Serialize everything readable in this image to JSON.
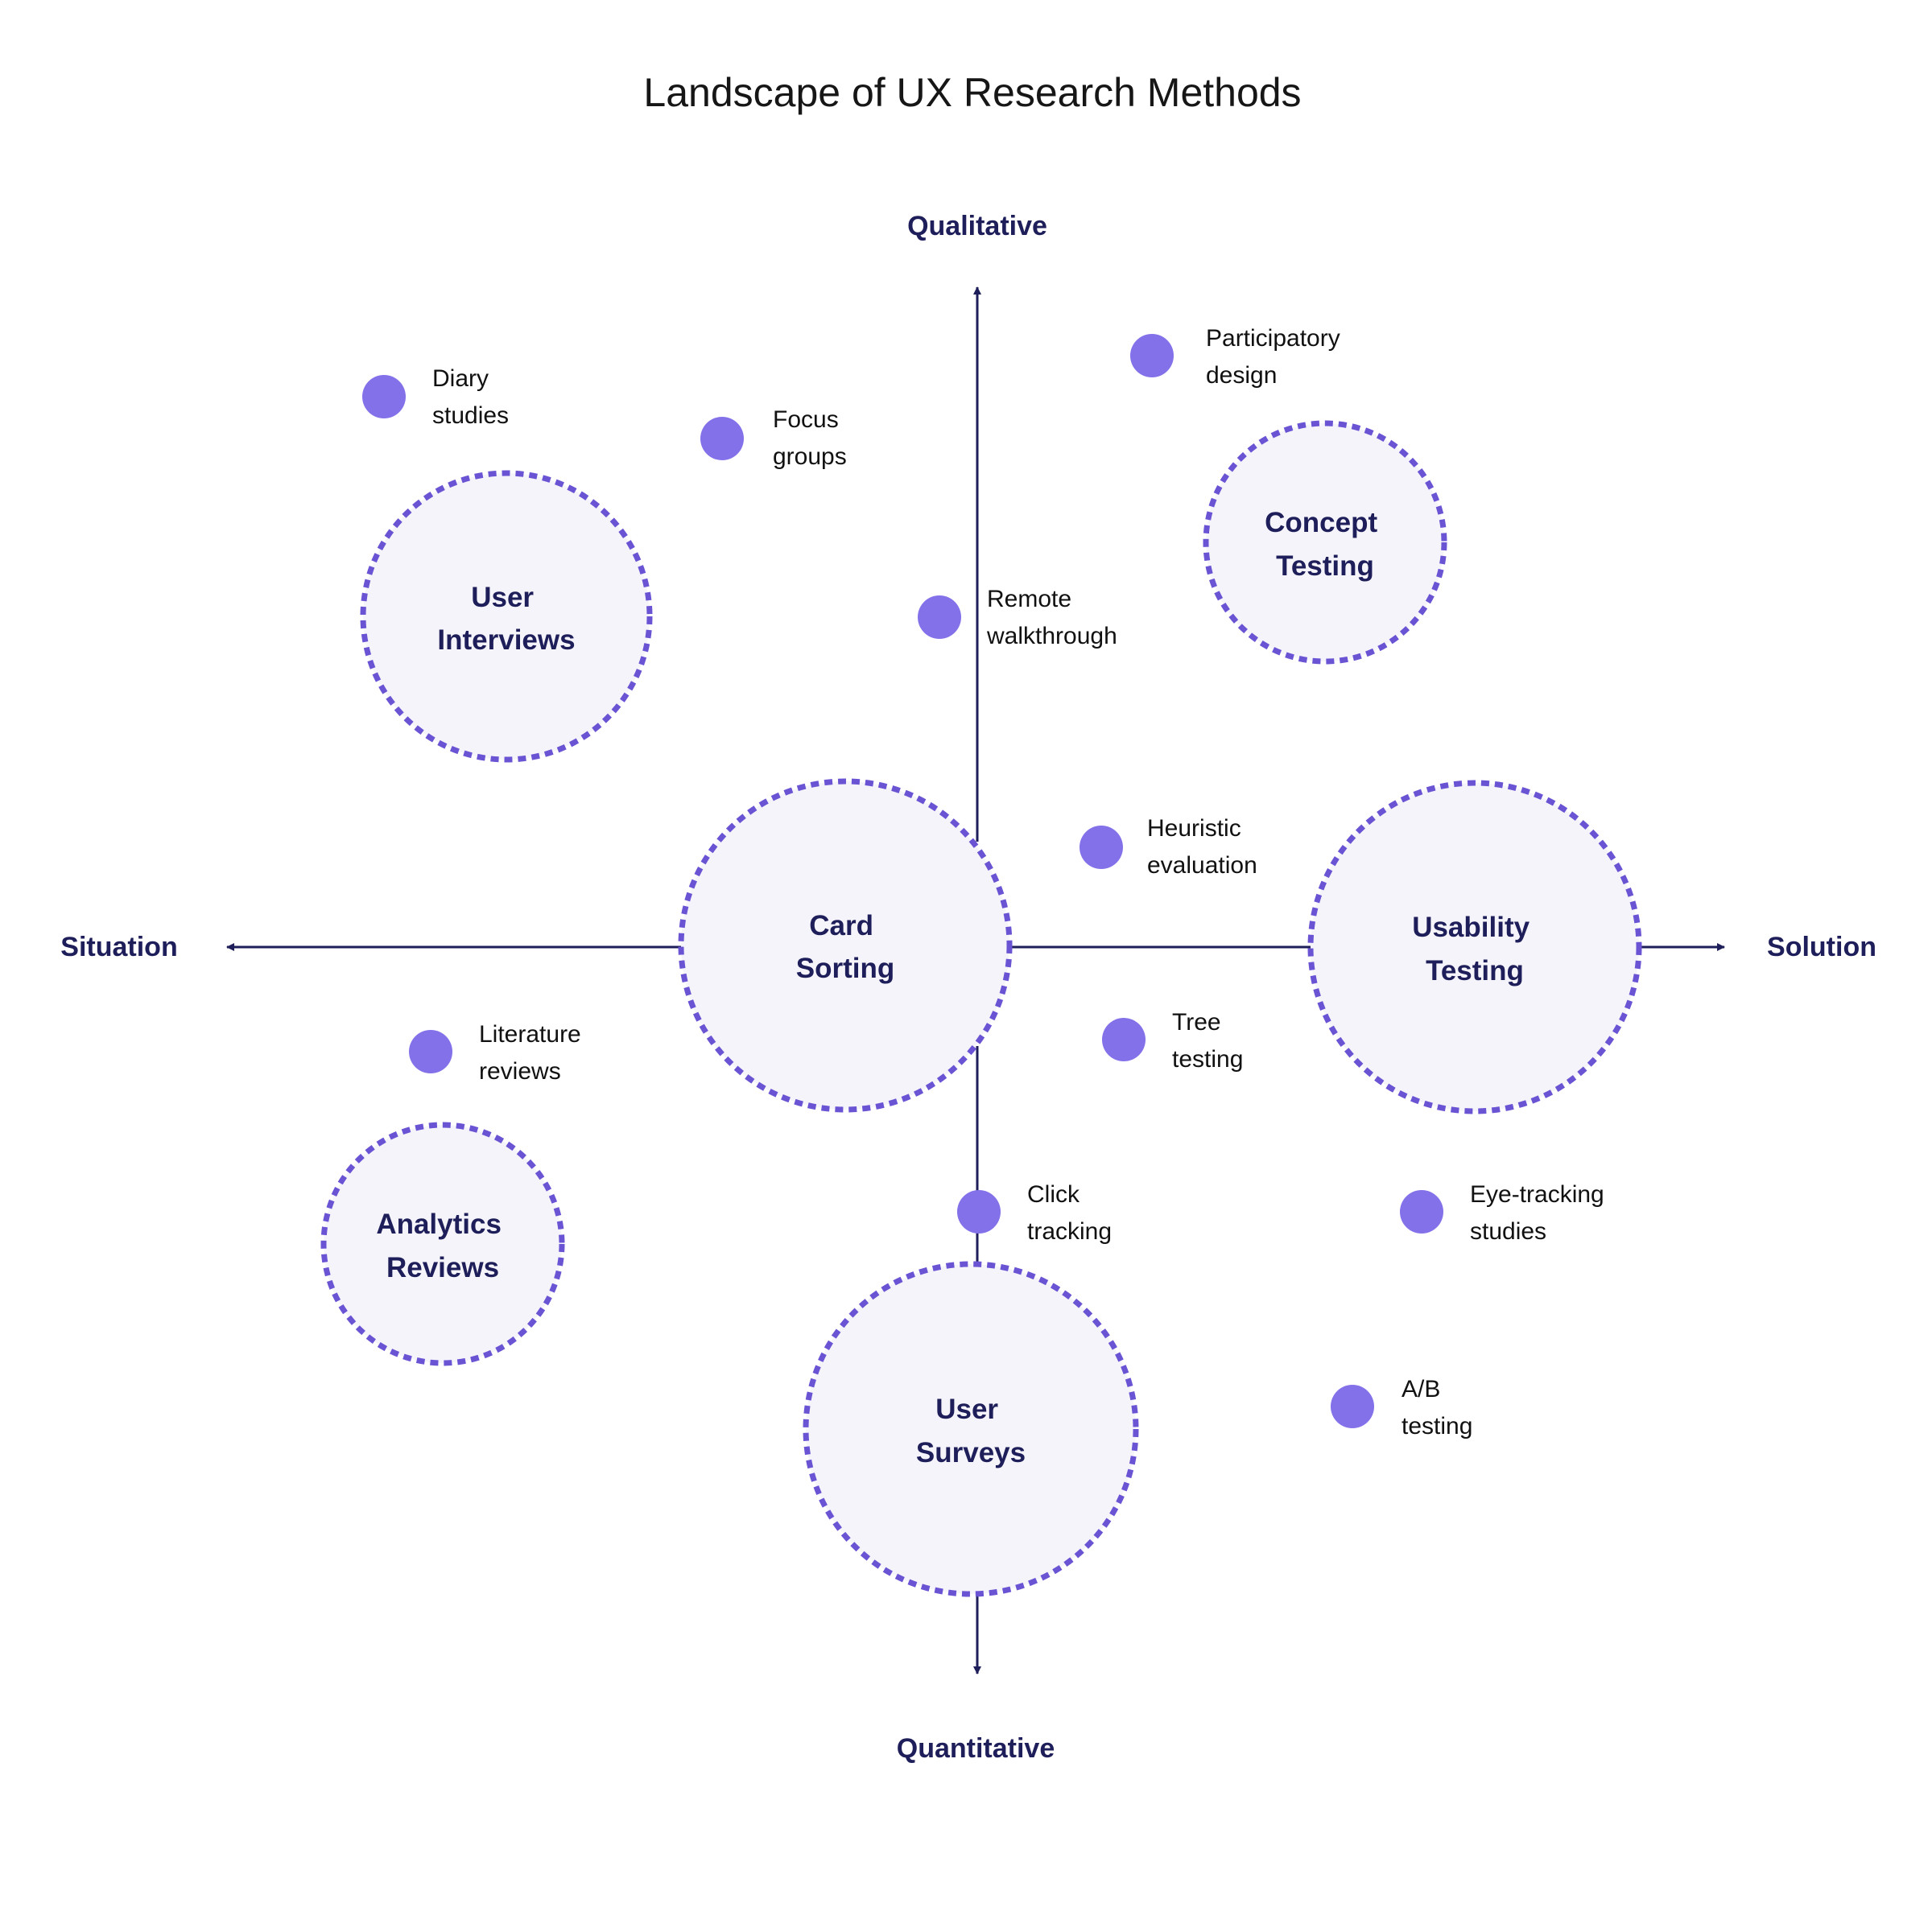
{
  "title": "Landscape of UX Research Methods",
  "axes": {
    "top": "Qualitative",
    "bottom": "Quantitative",
    "left": "Situation",
    "right": "Solution"
  },
  "colors": {
    "axis": "#1e1e5a",
    "dot": "#8371ea",
    "ring": "#6a54d4",
    "ring_fill": "#f5f4fa",
    "text": "#111111"
  },
  "methods": [
    {
      "id": "user-interviews",
      "lines": [
        "User",
        "Interviews"
      ]
    },
    {
      "id": "concept-testing",
      "lines": [
        "Concept",
        "Testing"
      ]
    },
    {
      "id": "card-sorting",
      "lines": [
        "Card",
        "Sorting"
      ]
    },
    {
      "id": "usability-testing",
      "lines": [
        "Usability",
        "Testing"
      ]
    },
    {
      "id": "analytics-reviews",
      "lines": [
        "Analytics",
        "Reviews"
      ]
    },
    {
      "id": "user-surveys",
      "lines": [
        "User",
        "Surveys"
      ]
    }
  ],
  "techniques": [
    {
      "id": "diary-studies",
      "lines": [
        "Diary",
        "studies"
      ]
    },
    {
      "id": "focus-groups",
      "lines": [
        "Focus",
        "groups"
      ]
    },
    {
      "id": "participatory-design",
      "lines": [
        "Participatory",
        "design"
      ]
    },
    {
      "id": "remote-walkthrough",
      "lines": [
        "Remote",
        "walkthrough"
      ]
    },
    {
      "id": "heuristic-evaluation",
      "lines": [
        "Heuristic",
        "evaluation"
      ]
    },
    {
      "id": "tree-testing",
      "lines": [
        "Tree",
        "testing"
      ]
    },
    {
      "id": "literature-reviews",
      "lines": [
        "Literature",
        "reviews"
      ]
    },
    {
      "id": "click-tracking",
      "lines": [
        "Click",
        "tracking"
      ]
    },
    {
      "id": "eye-tracking-studies",
      "lines": [
        "Eye-tracking",
        "studies"
      ]
    },
    {
      "id": "ab-testing",
      "lines": [
        "A/B",
        "testing"
      ]
    }
  ]
}
